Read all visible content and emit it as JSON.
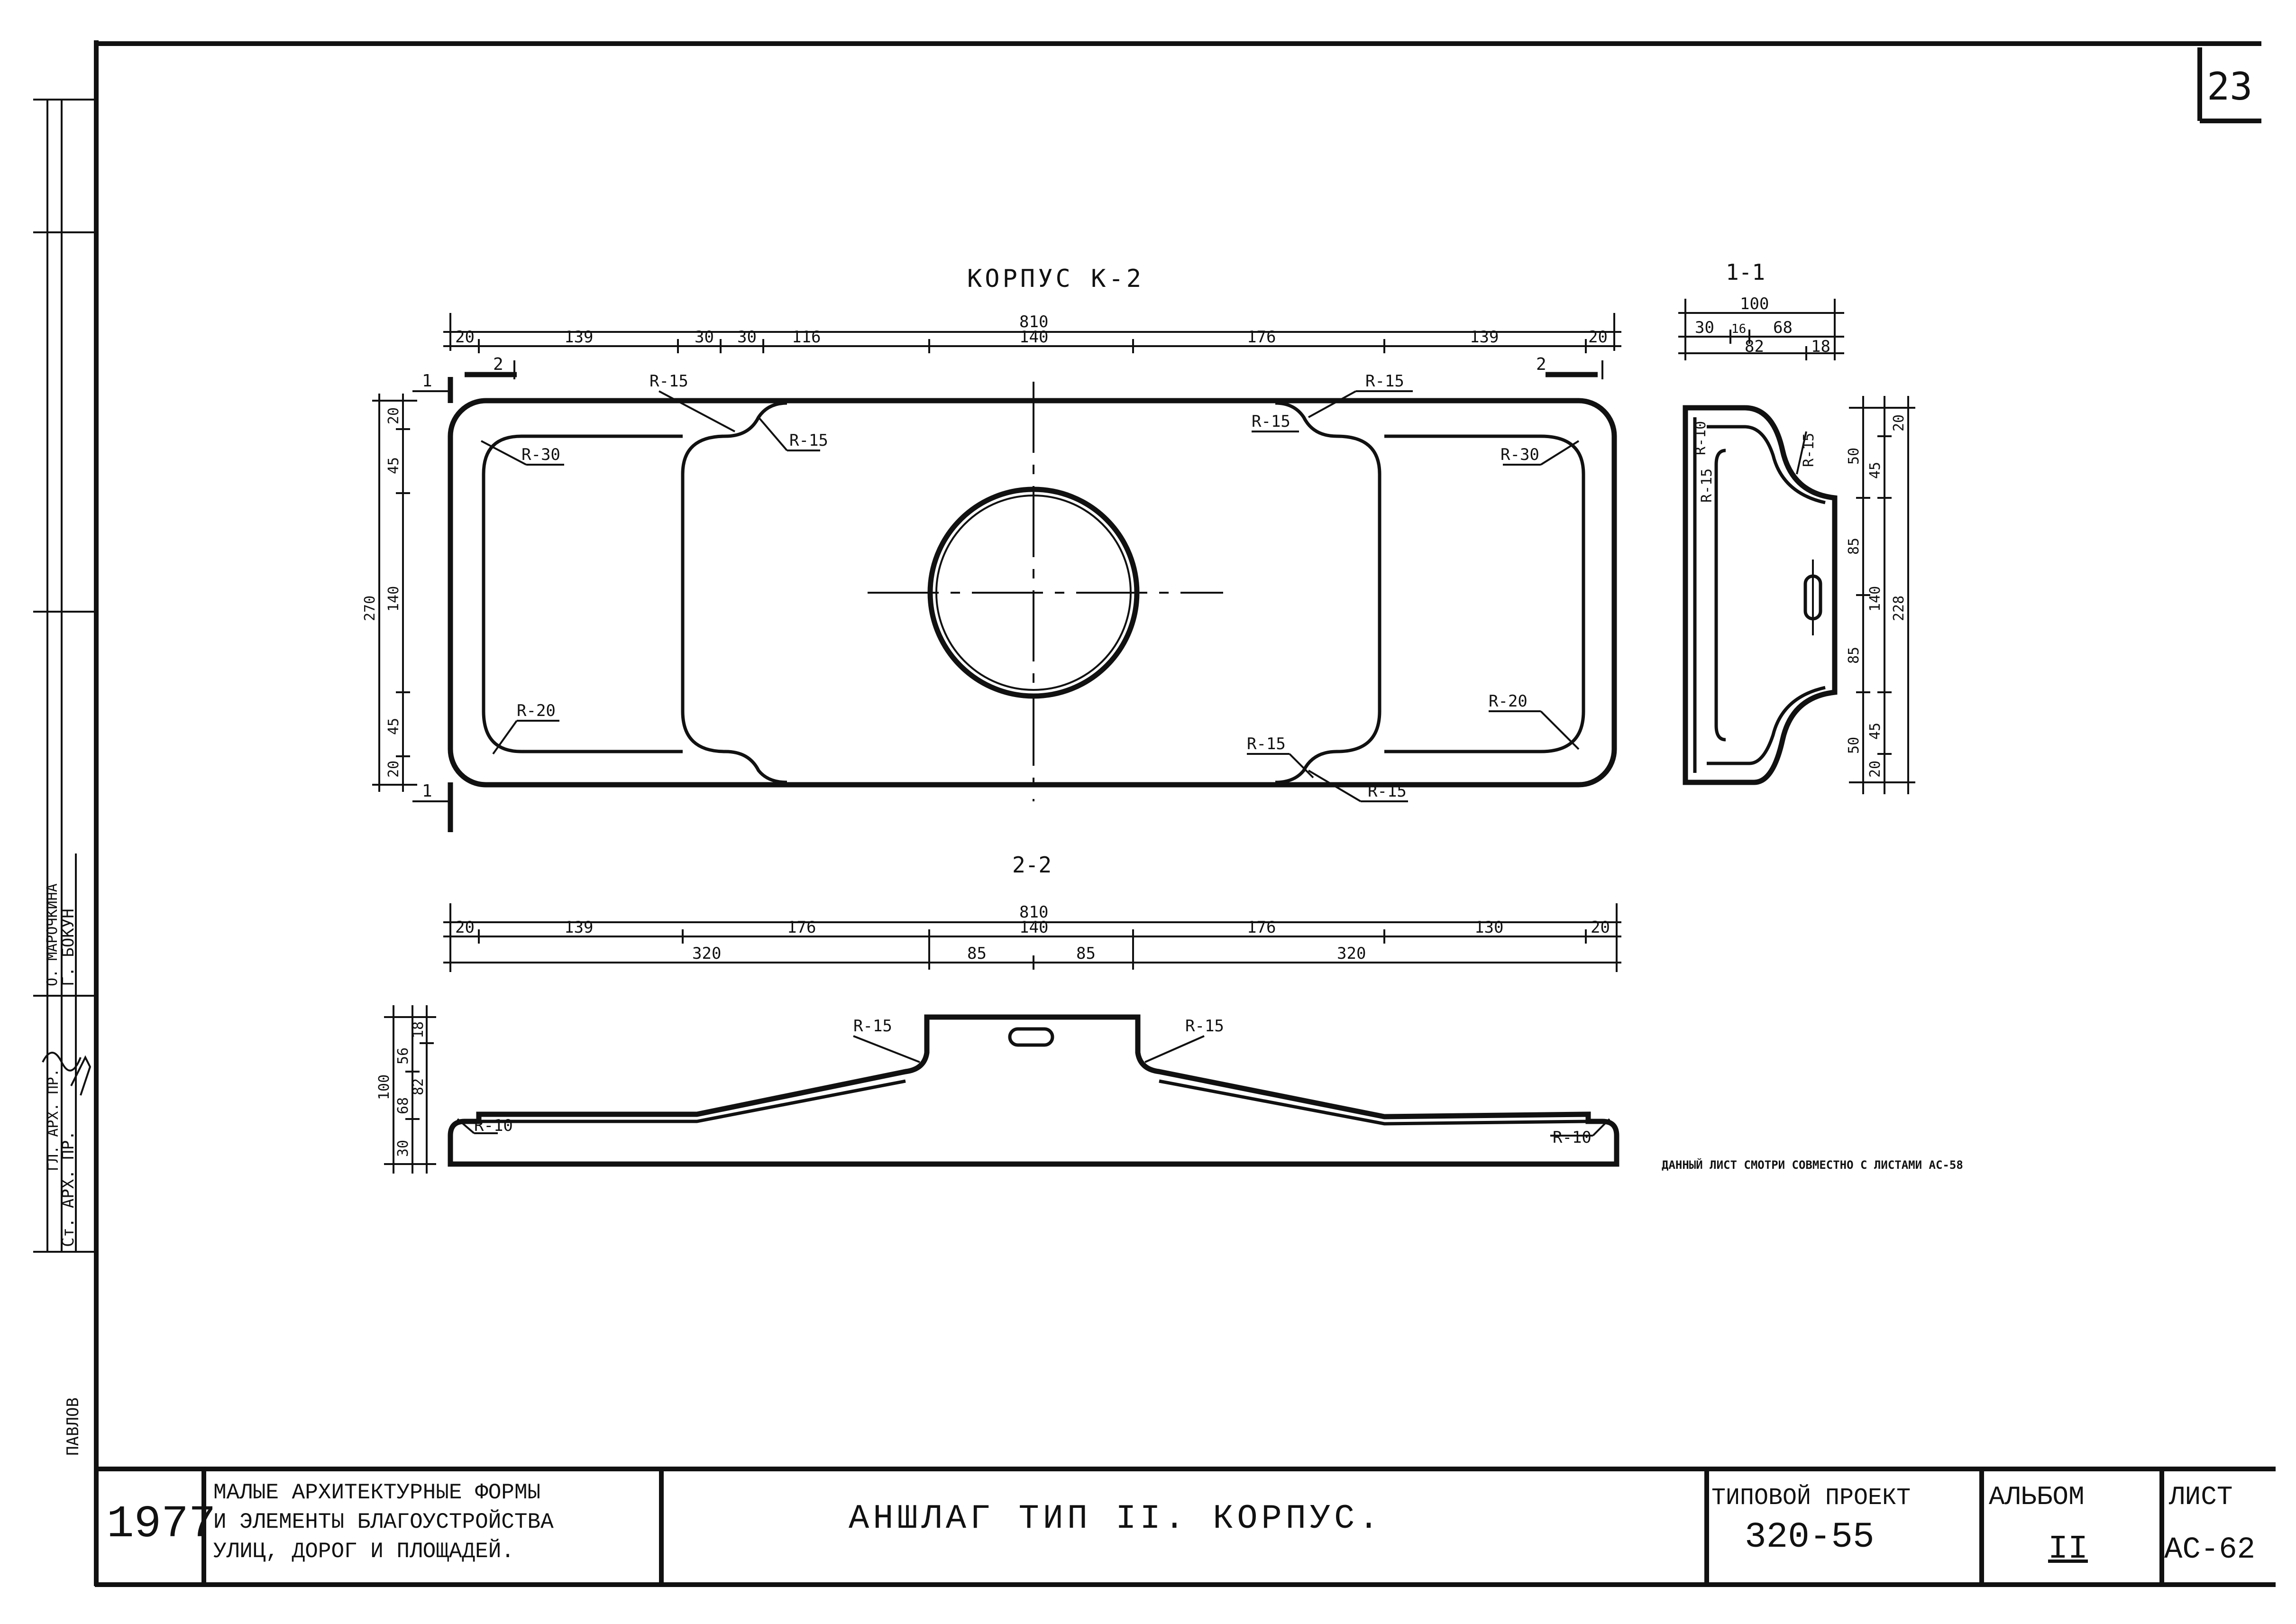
{
  "sheet_number": "23",
  "drawing": {
    "main_title": "КОРПУС К-2",
    "section_1_title": "1-1",
    "section_2_title": "2-2",
    "note": "ДАННЫЙ ЛИСТ СМОТРИ СОВМЕСТНО С ЛИСТАМИ АС-58"
  },
  "plan_view": {
    "overall_width": "810",
    "top_dims": [
      "20",
      "139",
      "30",
      "30",
      "116",
      "140",
      "176",
      "139",
      "20"
    ],
    "left_dims": [
      "270",
      "20",
      "45",
      "140",
      "45",
      "20"
    ],
    "section_mark_1": "1",
    "section_mark_2": "2",
    "radii": [
      "R-15",
      "R-15",
      "R-30",
      "R-20",
      "R-15",
      "R-15",
      "R-30",
      "R-20",
      "R-15",
      "R-15"
    ]
  },
  "section_1_1": {
    "top_dims": [
      "100",
      "30",
      "16",
      "68",
      "82",
      "18"
    ],
    "right_dims": [
      "50",
      "45",
      "20",
      "85",
      "140",
      "228",
      "85",
      "50",
      "45",
      "20"
    ],
    "radii": [
      "R-10",
      "R-15",
      "R-15"
    ]
  },
  "section_2_2": {
    "overall": "810",
    "row1": [
      "20",
      "139",
      "176",
      "140",
      "176",
      "130",
      "20"
    ],
    "row2": [
      "320",
      "85",
      "85",
      "320"
    ],
    "left_dims": [
      "100",
      "56",
      "18",
      "30",
      "68",
      "82"
    ],
    "radii": [
      "R-15",
      "R-15",
      "R-10",
      "R-10"
    ]
  },
  "stamp": {
    "year": "1977",
    "project_desc_1": "МАЛЫЕ АРХИТЕКТУРНЫЕ ФОРМЫ",
    "project_desc_2": "И ЭЛЕМЕНТЫ БЛАГОУСТРОЙСТВА",
    "project_desc_3": "УЛИЦ, ДОРОГ И ПЛОЩАДЕЙ.",
    "sheet_title": "АНШЛАГ ТИП II. КОРПУС.",
    "type_project_label": "ТИПОВОЙ ПРОЕКТ",
    "type_project_number": "320-55",
    "album_label": "АЛЬБОМ",
    "album_number": "II",
    "sheet_label": "ЛИСТ",
    "sheet_code": "АС-62"
  },
  "side_stamp": {
    "role_1": "Ст. АРХ. ПР.",
    "role_2": "ГЛ. АРХ. ПР.",
    "name_1": "Г. БОКУН",
    "name_2": "О. МАРОЧКИНА",
    "name_3": "ПАВЛОВ"
  }
}
